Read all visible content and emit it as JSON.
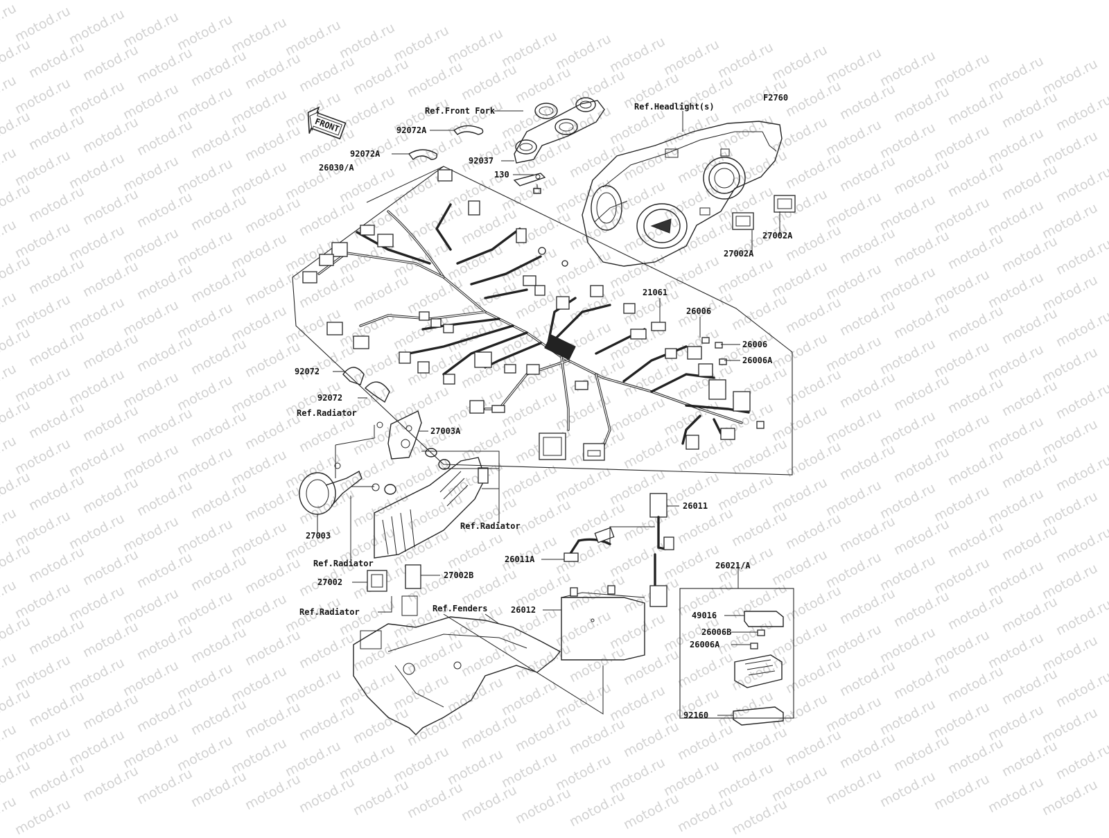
{
  "watermark": "motod.ru",
  "figure_code": "F2760",
  "front_arrow": "FRONT",
  "labels": {
    "ref_front_fork": "Ref.Front Fork",
    "ref_headlights": "Ref.Headlight(s)",
    "p92072A_1": "92072A",
    "p92072A_2": "92072A",
    "p92037": "92037",
    "p130": "130",
    "p26030A": "26030/A",
    "p27002A_1": "27002A",
    "p27002A_2": "27002A",
    "p21061": "21061",
    "p26006_1": "26006",
    "p26006_2": "26006",
    "p26006A_1": "26006A",
    "p92072_1": "92072",
    "p92072_2": "92072",
    "ref_radiator_1": "Ref.Radiator",
    "p27003A": "27003A",
    "p27003": "27003",
    "ref_radiator_2": "Ref.Radiator",
    "ref_radiator_3": "Ref.Radiator",
    "p27002": "27002",
    "p27002B": "27002B",
    "ref_radiator_4": "Ref.Radiator",
    "ref_fenders": "Ref.Fenders",
    "p26011": "26011",
    "p26011A": "26011A",
    "p26012": "26012",
    "p26021A": "26021/A",
    "p49016": "49016",
    "p26006B": "26006B",
    "p26006A_2": "26006A",
    "p92160": "92160"
  }
}
